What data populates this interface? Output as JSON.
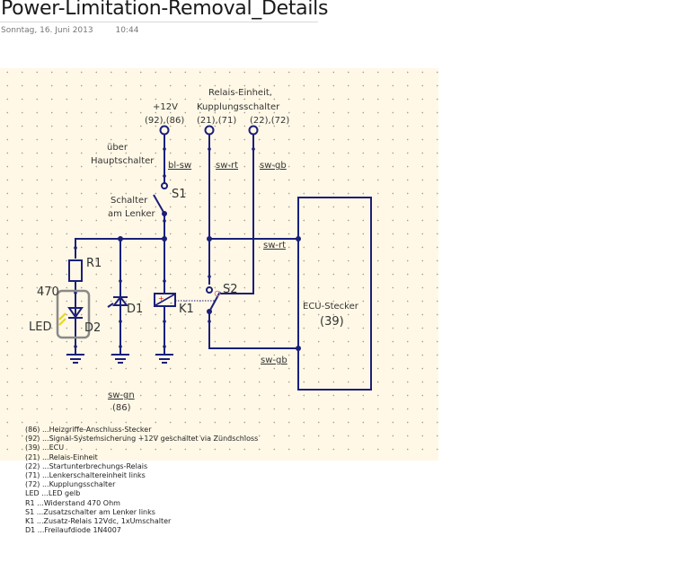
{
  "page": {
    "title": "Power-Limitation-Removal_Details",
    "date": "Sonntag, 16. Juni 2013",
    "time": "10:44"
  },
  "diagram": {
    "colors": {
      "wire": "#1a1f7a",
      "background": "#fff8e6",
      "grid_dot": "#a6a095",
      "led_frame": "#8a8a8a",
      "led_light": "#e8d81a",
      "relay_plus": "#e02020",
      "spellcheck": "#e02020"
    },
    "labels": {
      "plus12v": "+12V",
      "pins_92_86": "(92),(86)",
      "relais_einheit": "Relais-Einheit,",
      "kupplungsschalter": "Kupplungsschalter",
      "pins_21_71": "(21),(71)",
      "pins_22_72": "(22),(72)",
      "ueber": "über",
      "hauptschalter": "Hauptschalter",
      "wire_bl_sw": "bl-sw",
      "wire_sw_rt_top": "sw-rt",
      "wire_sw_gb_top": "sw-gb",
      "s1": "S1",
      "schalter": "Schalter",
      "am_lenker": "am Lenker",
      "wire_sw_rt_rail": "sw-rt",
      "r1": "R1",
      "r1_value": "470",
      "led": "LED",
      "d2": "D2",
      "d1": "D1",
      "k1": "K1",
      "s2": "S2",
      "ecu_title": "ECU-Stecker",
      "ecu_pin": "(39)",
      "wire_sw_gb_bottom": "sw-gb",
      "wire_sw_gn": "sw-gn",
      "pin_86": "(86)"
    },
    "components": [
      {
        "id": "S1",
        "type": "switch",
        "description": "Schalter am Lenker"
      },
      {
        "id": "R1",
        "type": "resistor",
        "value": "470"
      },
      {
        "id": "D2",
        "type": "led",
        "description": "LED"
      },
      {
        "id": "D1",
        "type": "diode"
      },
      {
        "id": "K1",
        "type": "relay-coil"
      },
      {
        "id": "S2",
        "type": "changeover-switch"
      },
      {
        "id": "ECU",
        "type": "connector",
        "description": "ECU-Stecker (39)"
      }
    ]
  },
  "legend": [
    "(86) ...Heizgriffe-Anschluss-Stecker",
    "(92) ...Signal-Systemsicherung +12V geschaltet via Zündschloss",
    "(39) ...ECU",
    "(21) ...Relais-Einheit",
    "(22) ...Startunterbrechungs-Relais",
    "(71) ...Lenkerschaltereinheit links",
    "(72) ...Kupplungsschalter",
    "LED ...LED gelb",
    "R1 ...Widerstand 470 Ohm",
    "S1 ...Zusatzschalter am Lenker links",
    "K1 ...Zusatz-Relais 12Vdc, 1xUmschalter",
    "D1 ...Freilaufdiode 1N4007"
  ]
}
